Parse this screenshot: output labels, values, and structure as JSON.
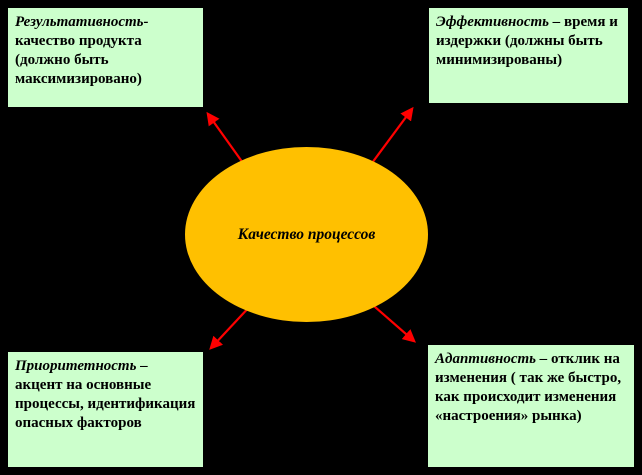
{
  "diagram": {
    "background": "#000000",
    "box_fill": "#CCFFCC",
    "arrow_color": "#FF0000",
    "center": {
      "label": "Качество процессов",
      "fill": "#FFC000"
    },
    "boxes": {
      "resultativeness": {
        "title": "Результативность-",
        "body": "качество продукта (должно быть максимизировано)"
      },
      "efficiency": {
        "title": "Эффективность –",
        "body": "время и издержки (должны быть минимизированы)"
      },
      "priority": {
        "title": "Приоритетность –",
        "body": "акцент на основные процессы, идентификация опасных факторов"
      },
      "adaptability": {
        "title": "Адаптивность –",
        "body": "отклик на изменения ( так же быстро, как происходит изменения «настроения» рынка)"
      }
    }
  }
}
